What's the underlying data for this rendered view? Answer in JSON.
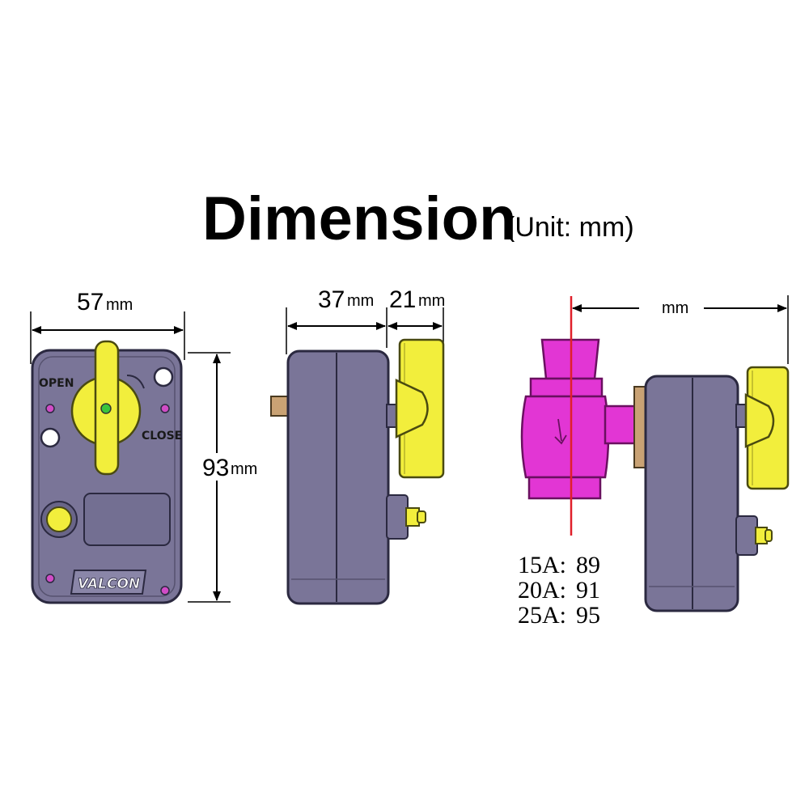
{
  "title": "Dimension",
  "unit_note": "(Unit: mm)",
  "front_view": {
    "width_value": "57",
    "width_unit": "mm",
    "height_value": "93",
    "height_unit": "mm",
    "open_label": "OPEN",
    "close_label": "CLOSE",
    "brand": "VALCON"
  },
  "side_view": {
    "depth_value": "37",
    "depth_unit": "mm",
    "knob_value": "21",
    "knob_unit": "mm"
  },
  "mounted_view": {
    "length_unit": "mm",
    "specs": [
      {
        "size": "15A:",
        "value": "89"
      },
      {
        "size": "20A:",
        "value": "91"
      },
      {
        "size": "25A:",
        "value": "95"
      }
    ]
  },
  "colors": {
    "body": "#7a7598",
    "body_dark": "#5e5a7c",
    "handle": "#f2ee3c",
    "valve": "#e236d4",
    "brass": "#c9a274",
    "center_line": "#e0202a",
    "dimension_line": "#000000"
  }
}
